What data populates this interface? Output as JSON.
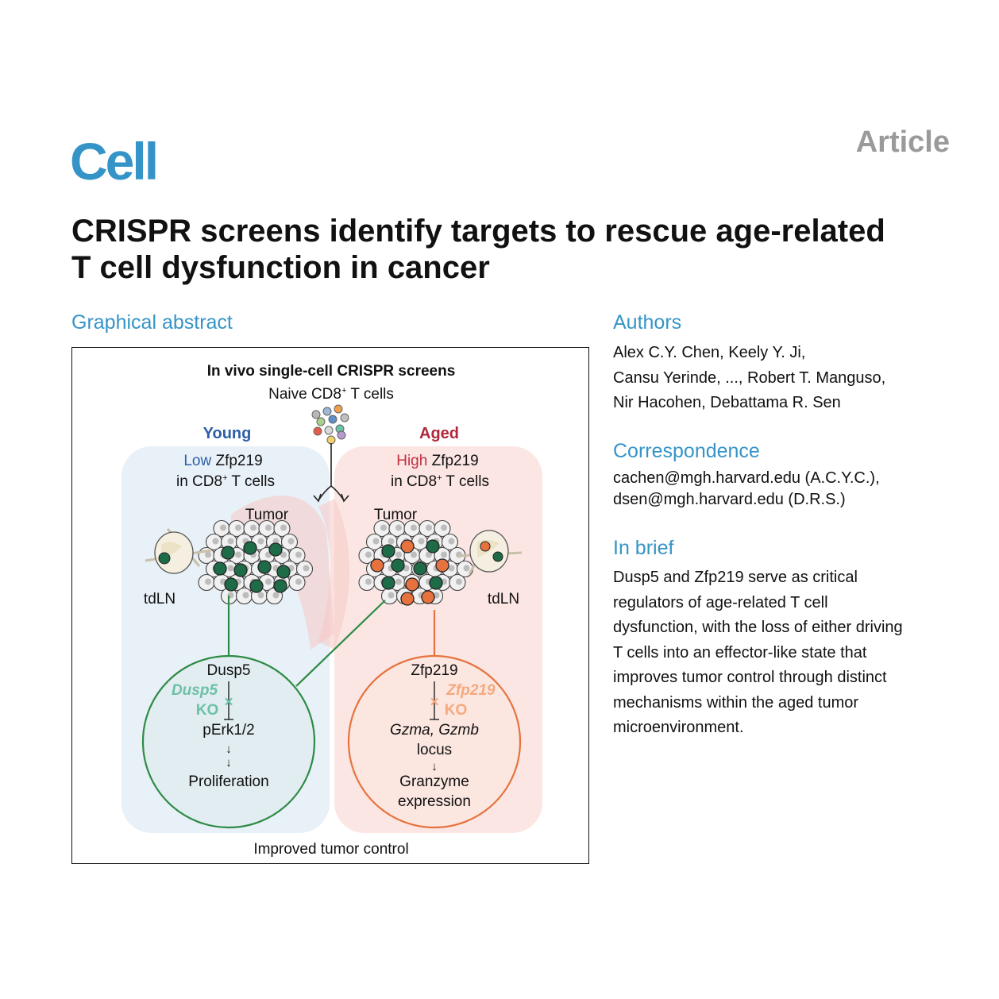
{
  "journal": {
    "name": "Cell",
    "type": "Article",
    "accent": "#3594c7"
  },
  "title": "CRISPR screens identify targets to rescue age-related T cell dysfunction in cancer",
  "graphical_abstract": {
    "heading": "Graphical abstract",
    "top_title": "In vivo single-cell CRISPR screens",
    "naive_prefix": "Naive CD8",
    "naive_sup": "+",
    "naive_suffix": " T cells",
    "young": {
      "label": "Young",
      "level_word": "Low",
      "gene": " Zfp219",
      "cells_prefix": "in CD8",
      "cells_sup": "+",
      "cells_suffix": " T cells",
      "tumor_label": "Tumor",
      "node_label": "tdLN",
      "pathway": {
        "gene": "Dusp5",
        "ko_gene": "Dusp5",
        "ko": "KO",
        "target": "pErk1/2",
        "outcome": "Proliferation"
      },
      "color": "#2d5ea8",
      "panel_color": "#e8f0f8",
      "circle_color": "#2e8b44",
      "ko_color": "#6cc0aa"
    },
    "aged": {
      "label": "Aged",
      "level_word": "High",
      "gene": " Zfp219",
      "cells_prefix": "in CD8",
      "cells_sup": "+",
      "cells_suffix": " T cells",
      "tumor_label": "Tumor",
      "node_label": "tdLN",
      "pathway": {
        "gene": "Zfp219",
        "ko_gene": "Zfp219",
        "ko": "KO",
        "target_line1": "Gzma, Gzmb",
        "target_line2": "locus",
        "outcome_line1": "Granzyme",
        "outcome_line2": "expression"
      },
      "color": "#b0283a",
      "panel_color": "#fbe6e3",
      "circle_color": "#e6733f",
      "ko_color": "#f5a97f"
    },
    "bottom": "Improved tumor control"
  },
  "authors": {
    "heading": "Authors",
    "lines": [
      "Alex C.Y. Chen, Keely Y. Ji,",
      "Cansu Yerinde, ..., Robert T. Manguso,",
      "Nir Hacohen, Debattama R. Sen"
    ]
  },
  "correspondence": {
    "heading": "Correspondence",
    "lines": [
      "cachen@mgh.harvard.edu (A.C.Y.C.),",
      "dsen@mgh.harvard.edu (D.R.S.)"
    ]
  },
  "in_brief": {
    "heading": "In brief",
    "lines": [
      "Dusp5 and Zfp219 serve as critical",
      "regulators of age-related T cell",
      "dysfunction, with the loss of either driving",
      "T cells into an effector-like state that",
      "improves tumor control through distinct",
      "mechanisms within the aged tumor",
      "microenvironment."
    ]
  }
}
